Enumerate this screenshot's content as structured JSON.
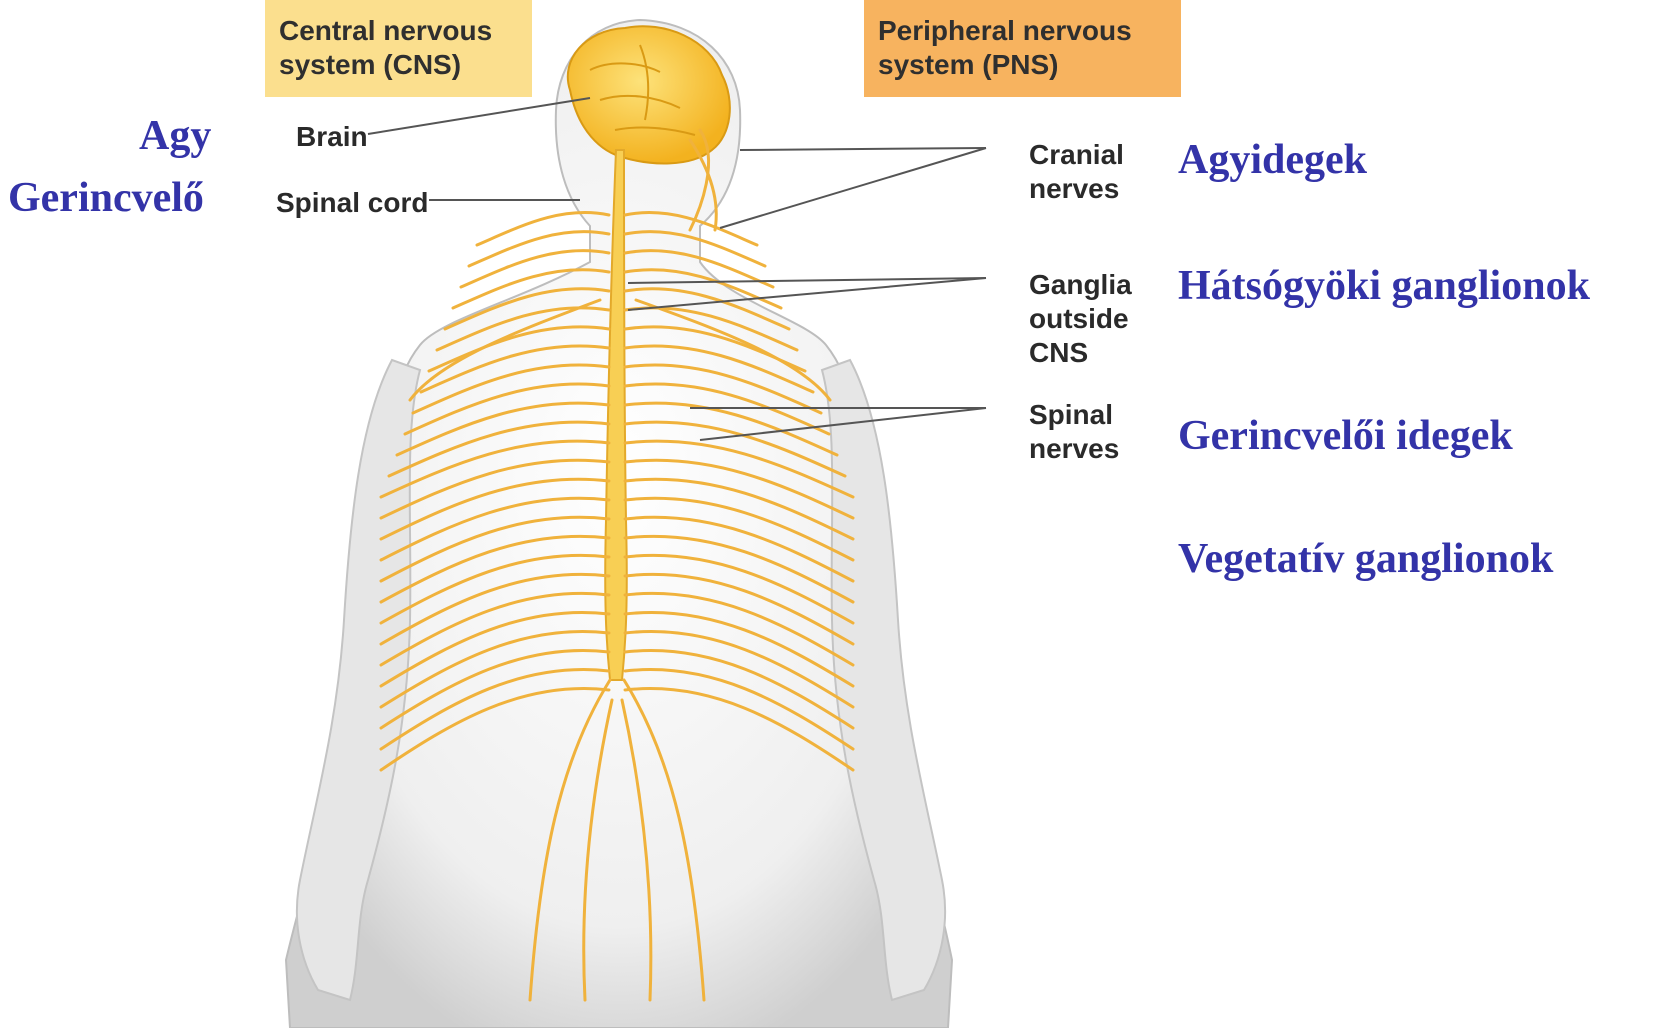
{
  "cns_box": {
    "line1": "Central nervous",
    "line2": "system (CNS)"
  },
  "pns_box": {
    "line1": "Peripheral nervous",
    "line2": "system (PNS)"
  },
  "labels": {
    "brain": "Brain",
    "spinal_cord": "Spinal cord",
    "cranial": [
      "Cranial",
      "nerves"
    ],
    "ganglia": [
      "Ganglia",
      "outside",
      "CNS"
    ],
    "spinal_nerves": [
      "Spinal",
      "nerves"
    ]
  },
  "hungarian": {
    "agy": "Agy",
    "gerincvelo": "Gerincvelő",
    "agyidegek": "Agyidegek",
    "hatsogyoki": "Hátsógyöki ganglionok",
    "gerincveloi": "Gerincvelői idegek",
    "vegetativ": "Vegetatív ganglionok"
  },
  "colors": {
    "cns_box": "#fbdf8e",
    "pns_box": "#f7b35f",
    "nerve": "#f0b23c",
    "cord": "#f8cf54",
    "brain": "#f9c933",
    "body": "#ececec",
    "hungarian_text": "#3333a8"
  }
}
